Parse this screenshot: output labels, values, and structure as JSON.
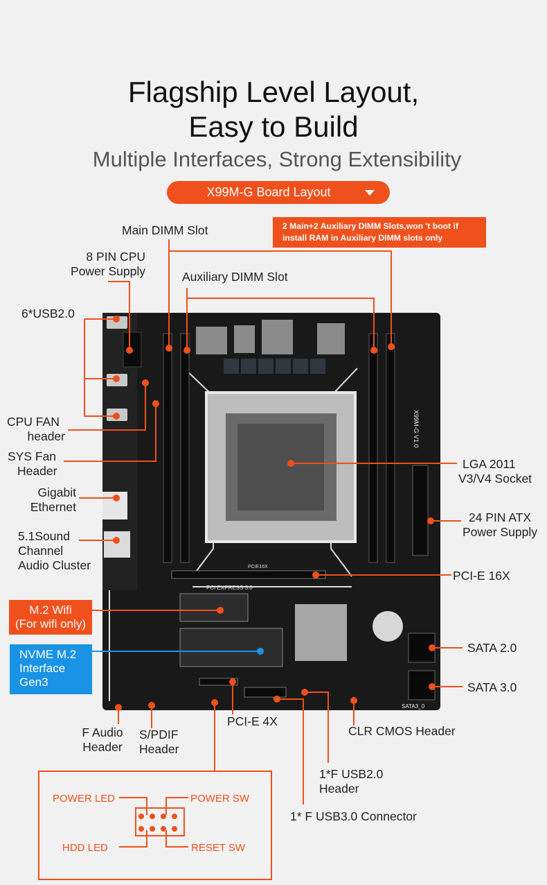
{
  "heading": {
    "title_line1": "Flagship Level Layout,",
    "title_line2": "Easy to Build",
    "subtitle": "Multiple Interfaces, Strong Extensibility",
    "board_button": "X99M-G  Board Layout",
    "board_button_icon": "chevron-down-icon"
  },
  "note": {
    "line1": "2 Main+2 Auxiliary DIMM Slots,won 't boot if",
    "line2": "install RAM in Auxiliary DIMM slots only"
  },
  "labels": {
    "main_dimm": "Main DIMM Slot",
    "cpu_power_1": "8 PIN CPU",
    "cpu_power_2": "Power Supply",
    "aux_dimm": "Auxiliary DIMM Slot",
    "usb2": "6*USB2.0",
    "cpu_fan_1": "CPU FAN",
    "cpu_fan_2": "header",
    "sys_fan_1": "SYS Fan",
    "sys_fan_2": "Header",
    "gigabit_1": "Gigabit",
    "gigabit_2": "Ethernet",
    "audio_1": "5.1Sound",
    "audio_2": "Channel",
    "audio_3": "Audio Cluster",
    "m2wifi_1": "M.2 Wifi",
    "m2wifi_2": "(For wifi only)",
    "nvme_1": "NVME M.2",
    "nvme_2": "Interface",
    "nvme_3": "Gen3",
    "lga_1": "LGA 2011",
    "lga_2": "V3/V4 Socket",
    "atx_1": "24 PIN ATX",
    "atx_2": "Power Supply",
    "pcie16": "PCI-E 16X",
    "sata2": "SATA 2.0",
    "sata3": "SATA 3.0",
    "faudio_1": "F Audio",
    "faudio_2": "Header",
    "spdif_1": "S/PDIF",
    "spdif_2": "Header",
    "pcie4": "PCI-E 4X",
    "clr_cmos": "CLR CMOS Header",
    "fusb2_1": "1*F USB2.0",
    "fusb2_2": "Header",
    "fusb3": "1* F USB3.0 Connector"
  },
  "panel": {
    "power_led": "POWER LED",
    "power_sw": "POWER SW",
    "hdd_led": "HDD  LED",
    "reset_sw": "RESET SW"
  },
  "board_silk": {
    "model": "X99M-G  V1.0",
    "pcie_title": "PCI EXPRESS 3.0",
    "pcie16_tag": "PCIE16X",
    "sata_tag": "SATA3_0"
  },
  "colors": {
    "accent": "#f0501c",
    "nvme_blue": "#1a93e6",
    "board": "#191919"
  }
}
